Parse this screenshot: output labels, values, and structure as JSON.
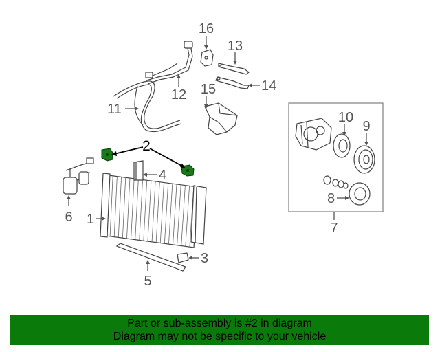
{
  "diagram": {
    "callouts": {
      "c1": "1",
      "c2": "2",
      "c3": "3",
      "c4": "4",
      "c5": "5",
      "c6": "6",
      "c7": "7",
      "c8": "8",
      "c9": "9",
      "c10": "10",
      "c11": "11",
      "c12": "12",
      "c13": "13",
      "c14": "14",
      "c15": "15",
      "c16": "16"
    },
    "colors": {
      "highlight_part": "#1a7a1a",
      "line": "#444444",
      "box_border": "#888888"
    }
  },
  "banner": {
    "line1": "Part or sub-assembly is #2 in diagram",
    "line2": "Diagram may not be specific to your vehicle",
    "color": "#0a7a0a"
  }
}
